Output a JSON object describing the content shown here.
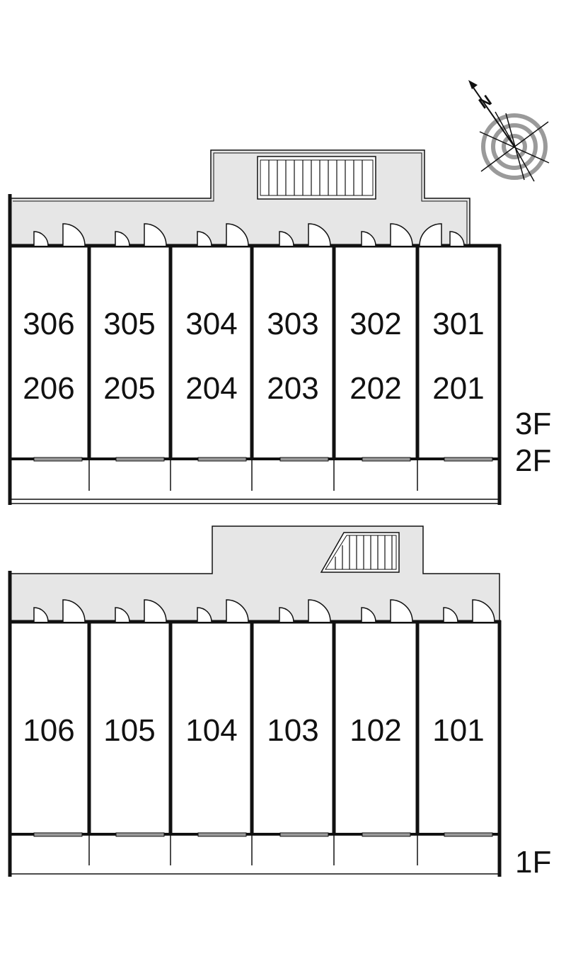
{
  "colors": {
    "wall": "#111111",
    "corridor": "#e6e6e6",
    "background": "#ffffff",
    "compass_ring": "#9a9a9a"
  },
  "compass": {
    "letter": "N",
    "icon": "compass-rose-icon"
  },
  "upper_building": {
    "floors_label_top": "3F",
    "floors_label_bottom": "2F",
    "units_top": [
      "306",
      "305",
      "304",
      "303",
      "302",
      "301"
    ],
    "units_bottom": [
      "206",
      "205",
      "204",
      "203",
      "202",
      "201"
    ]
  },
  "lower_building": {
    "floor_label": "1F",
    "units": [
      "106",
      "105",
      "104",
      "103",
      "102",
      "101"
    ]
  }
}
